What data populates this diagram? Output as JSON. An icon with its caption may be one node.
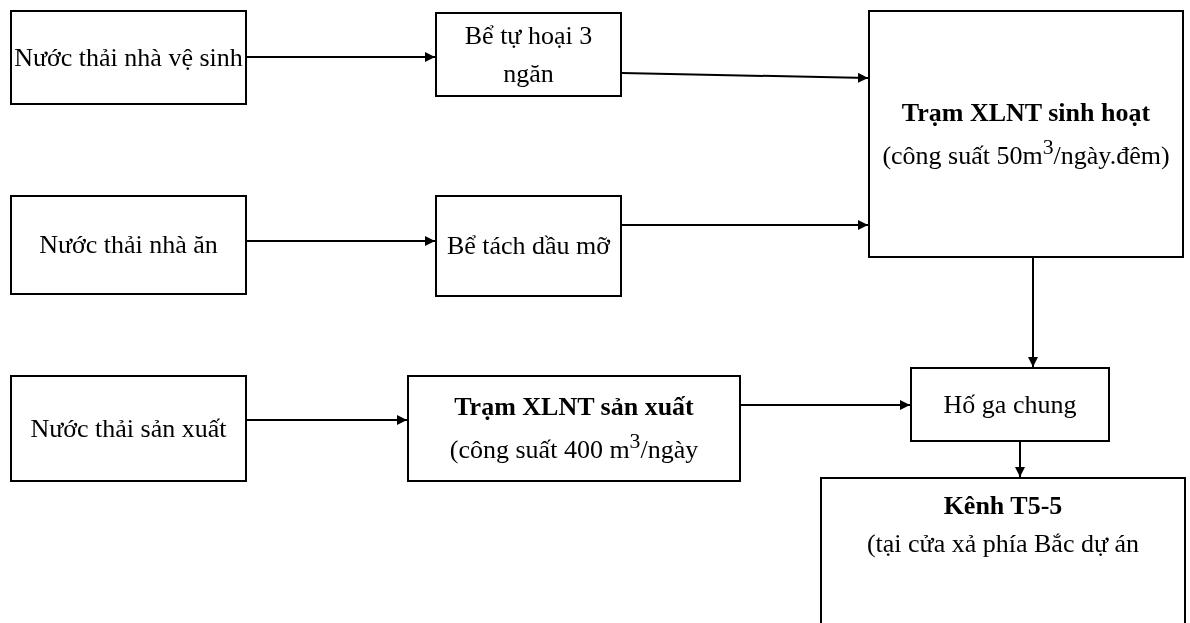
{
  "diagram": {
    "nodes": [
      {
        "text": [
          "Nước thải nhà vệ sinh"
        ]
      },
      {
        "text": [
          "Bể tự hoại 3 ngăn"
        ]
      },
      {
        "text": [
          "Trạm XLNT sinh hoạt",
          "(công suất 50m$^{3}$/ngày.đêm)"
        ]
      },
      {
        "text": [
          "Nước thải nhà ăn"
        ]
      },
      {
        "text": [
          "Bể tách dầu mỡ"
        ]
      },
      {
        "text": [
          "Nước thải sản xuất"
        ]
      },
      {
        "text": [
          "Trạm XLNT sản xuất",
          "(công suất 400 m$^{3}$/ngày"
        ]
      },
      {
        "text": [
          "Hố ga chung"
        ]
      },
      {
        "text": [
          "Kênh T5-5",
          "(tại cửa xả phía Bắc dự án"
        ]
      }
    ],
    "edges": [
      {
        "from": 0,
        "to": 1,
        "arrow": "to"
      },
      {
        "from": 1,
        "to": 2,
        "arrow": "to"
      },
      {
        "from": 3,
        "to": 4,
        "arrow": "to"
      },
      {
        "from": 4,
        "to": 2,
        "arrow": "to"
      },
      {
        "from": 5,
        "to": 6,
        "arrow": "to"
      },
      {
        "from": 6,
        "to": 7,
        "arrow": "to"
      },
      {
        "from": 2,
        "to": 7,
        "arrow": "to"
      },
      {
        "from": 7,
        "to": 8,
        "arrow": "to"
      }
    ]
  }
}
